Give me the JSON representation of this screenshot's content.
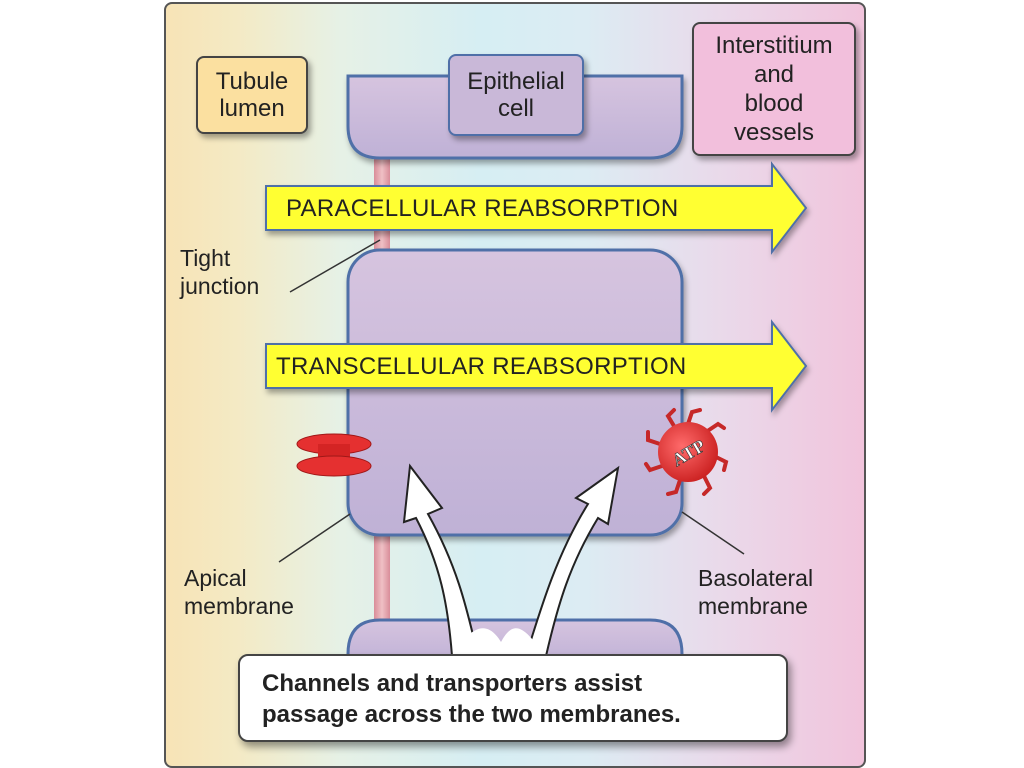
{
  "labels": {
    "tubule_lumen": "Tubule lumen",
    "tubule_lumen_lines": [
      "Tubule",
      "lumen"
    ],
    "epithelial_cell_lines": [
      "Epithelial",
      "cell"
    ],
    "interstitium_lines": [
      "Interstitium",
      "and",
      "blood",
      "vessels"
    ],
    "tight_junction_lines": [
      "Tight",
      "junction"
    ],
    "apical_membrane_lines": [
      "Apical",
      "membrane"
    ],
    "basolateral_membrane_lines": [
      "Basolateral",
      "membrane"
    ]
  },
  "arrows": {
    "paracellular": "PARACELLULAR REABSORPTION",
    "transcellular": "TRANSCELLULAR REABSORPTION"
  },
  "transporter": {
    "atp_label": "ATP"
  },
  "caption_lines": [
    "Channels and transporters assist",
    "passage across the two membranes."
  ],
  "colors": {
    "tubule_lumen": "#fbe0a0",
    "interstitium": "#f2bfdc",
    "cell_fill": "#c9b8d8",
    "cell_border": "#4f6fa8",
    "reabsorption_arrow": "#ffff33",
    "channel": "#e53030",
    "atp_pump": "#e02a2a",
    "tight_junction": "#e3a3ad"
  }
}
